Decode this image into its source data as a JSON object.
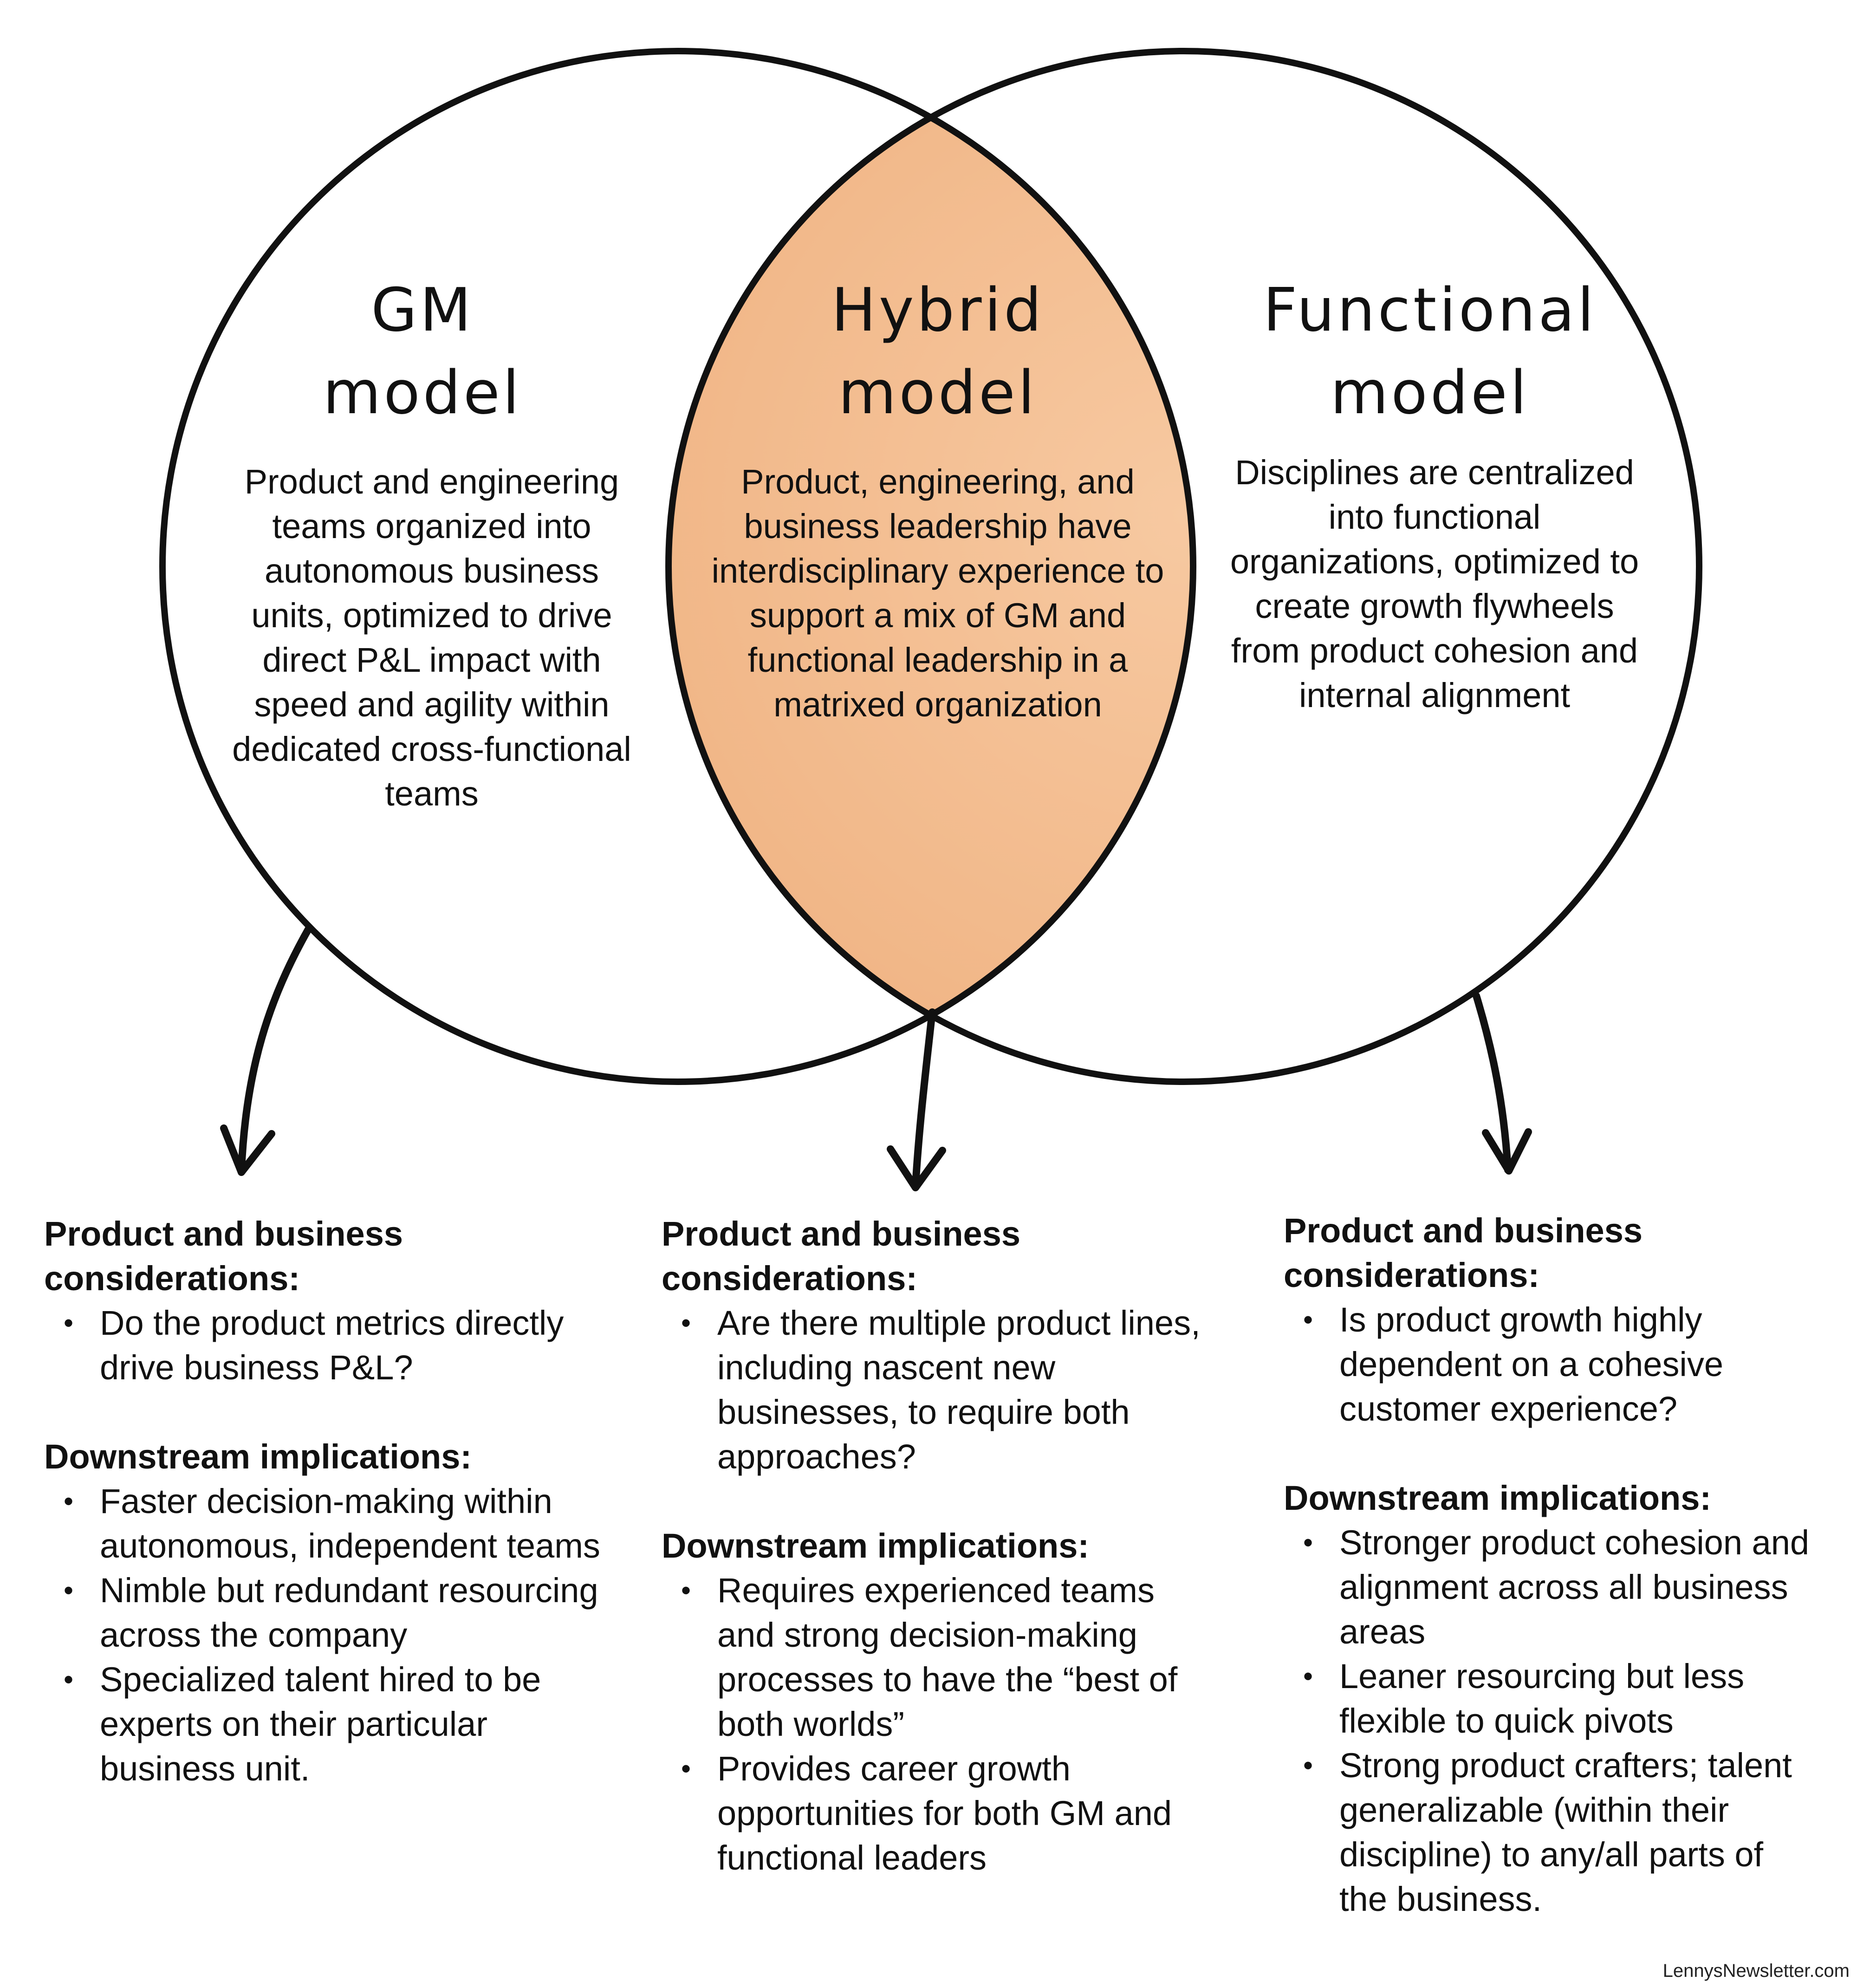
{
  "colors": {
    "overlap_fill": "#f0b484",
    "overlap_fill_light": "#f7c9a1",
    "stroke": "#111111",
    "text": "#111111"
  },
  "models": [
    {
      "key": "gm",
      "title_lines": [
        "GM",
        "model"
      ],
      "description": "Product and engineering teams organized into autonomous business units, optimized to drive direct P&L impact with speed and agility within dedicated cross-functional teams",
      "considerations_heading": "Product and business considerations:",
      "considerations": [
        "Do the product metrics directly drive business P&L?"
      ],
      "implications_heading": "Downstream implications:",
      "implications": [
        "Faster decision-making within autonomous, independent teams",
        "Nimble but redundant resourcing across the company",
        "Specialized talent hired to be experts on their particular business unit."
      ]
    },
    {
      "key": "hybrid",
      "title_lines": [
        "Hybrid",
        "model"
      ],
      "description": "Product, engineering, and business leadership have interdisciplinary experience to support a mix of GM and functional leadership in a matrixed organization",
      "considerations_heading": "Product and business considerations:",
      "considerations": [
        "Are there multiple product lines, including nascent new businesses, to require both approaches?"
      ],
      "implications_heading": "Downstream implications:",
      "implications": [
        "Requires experienced teams and strong decision-making processes to have the “best of both worlds”",
        "Provides career growth opportunities for both GM and functional leaders"
      ]
    },
    {
      "key": "functional",
      "title_lines": [
        "Functional",
        "model"
      ],
      "description": "Disciplines are centralized into functional organizations, optimized to create growth flywheels from product cohesion and internal alignment",
      "considerations_heading": "Product and business considerations:",
      "considerations": [
        "Is product growth highly dependent on a cohesive customer experience?"
      ],
      "implications_heading": "Downstream implications:",
      "implications": [
        "Stronger product cohesion and alignment across all business areas",
        "Leaner resourcing but less flexible to quick pivots",
        "Strong product crafters; talent generalizable (within their discipline) to any/all parts of the business."
      ]
    }
  ],
  "footer": {
    "credit": "LennysNewsletter.com"
  }
}
